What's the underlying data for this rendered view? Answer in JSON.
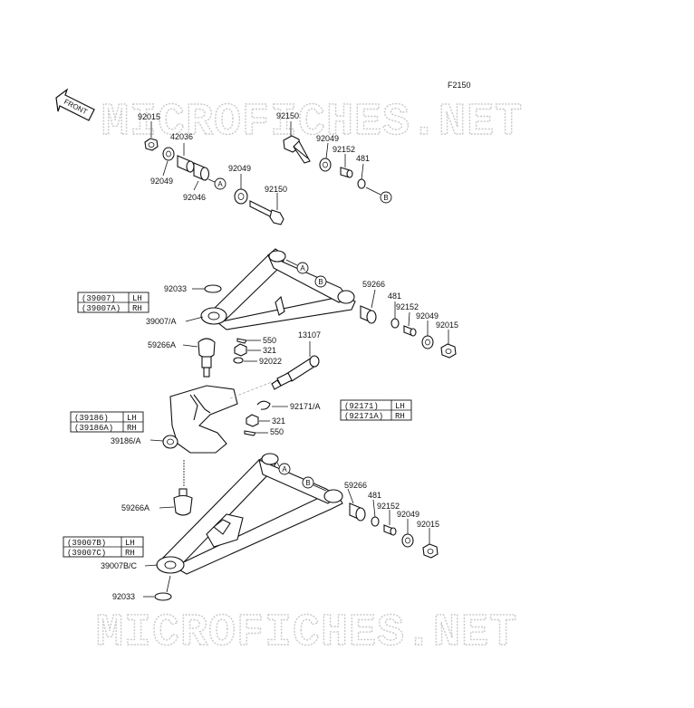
{
  "diagram_code": "F2150",
  "front_label": "FRONT",
  "watermark_text": "MICROFICHES.NET",
  "callouts": {
    "a": "A",
    "b": "B"
  },
  "parts": {
    "p92015_top": "92015",
    "p42036": "42036",
    "p92049_top_left": "92049",
    "p92046": "92046",
    "p92049_mid": "92049",
    "p92150_top": "92150",
    "p92049_top_right": "92049",
    "p92152_top": "92152",
    "p481_top": "481",
    "p92150_mid": "92150",
    "p92033_top": "92033",
    "p39007A": "39007/A",
    "p59266_upper": "59266",
    "p481_upper": "481",
    "p92152_upper": "92152",
    "p92049_upper": "92049",
    "p92015_upper": "92015",
    "p59266A_upper": "59266A",
    "p550_upper": "550",
    "p321_upper": "321",
    "p92022": "92022",
    "p13107": "13107",
    "p92171A": "92171/A",
    "p321_lower": "321",
    "p550_lower": "550",
    "p39186A": "39186/A",
    "p59266_lower": "59266",
    "p481_lower": "481",
    "p92152_lower": "92152",
    "p92049_lower": "92049",
    "p92015_lower": "92015",
    "p59266A_lower": "59266A",
    "p39007BC": "39007B/C",
    "p92033_bottom": "92033"
  },
  "tables": {
    "upper_arm": [
      {
        "part": "(39007)",
        "side": "LH"
      },
      {
        "part": "(39007A)",
        "side": "RH"
      }
    ],
    "knuckle": [
      {
        "part": "(39186)",
        "side": "LH"
      },
      {
        "part": "(39186A)",
        "side": "RH"
      }
    ],
    "lower_arm": [
      {
        "part": "(39007B)",
        "side": "LH"
      },
      {
        "part": "(39007C)",
        "side": "RH"
      }
    ],
    "clip": [
      {
        "part": "(92171)",
        "side": "LH"
      },
      {
        "part": "(92171A)",
        "side": "RH"
      }
    ]
  },
  "icons": {
    "front_arrow": "front-arrow-icon"
  }
}
